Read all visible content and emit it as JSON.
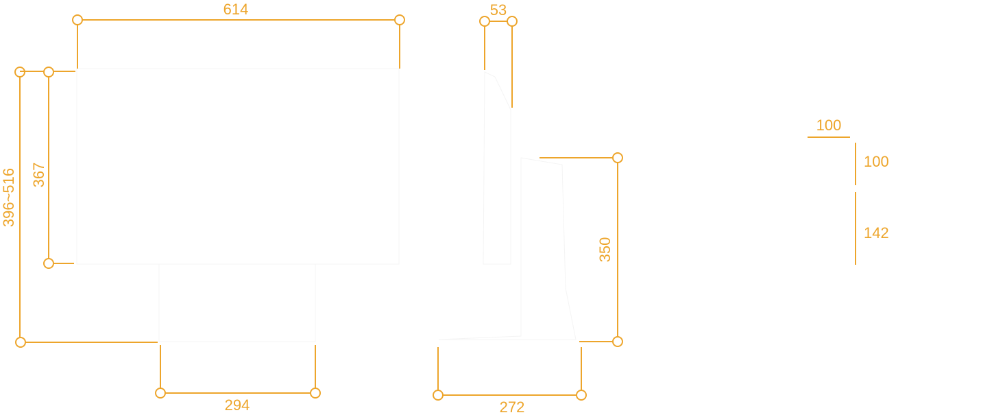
{
  "colors": {
    "dimension": "#EDA52B",
    "background": "#ffffff"
  },
  "dimensions": {
    "front_width": "614",
    "thickness": "53",
    "height_range": "396~516",
    "screen_height": "367",
    "base_width": "294",
    "side_base_depth": "272",
    "height_adjust": "350",
    "vesa_horizontal": "100",
    "vesa_vertical": "100",
    "mount_offset": "142"
  }
}
